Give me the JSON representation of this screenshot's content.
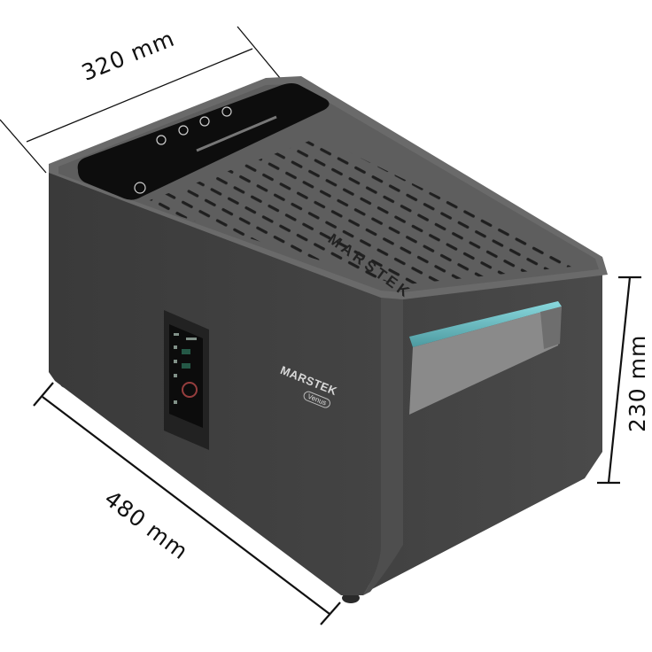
{
  "product": {
    "brand": "MARSTEK",
    "badge": "Venus",
    "colors": {
      "body_side": "#3b3b3b",
      "body_front": "#454545",
      "top_panel": "#5e5e5e",
      "top_rim": "#6a6a6a",
      "vent_slot": "#1f1f1f",
      "port_well": "#0d0d0d",
      "handle_glow": "#7fd0d6",
      "handle_inner": "#8a8a8a"
    }
  },
  "dimensions": {
    "width": {
      "value": 320,
      "unit": "mm",
      "label": "320 mm"
    },
    "length": {
      "value": 480,
      "unit": "mm",
      "label": "480 mm"
    },
    "height": {
      "value": 230,
      "unit": "mm",
      "label": "230 mm"
    }
  }
}
